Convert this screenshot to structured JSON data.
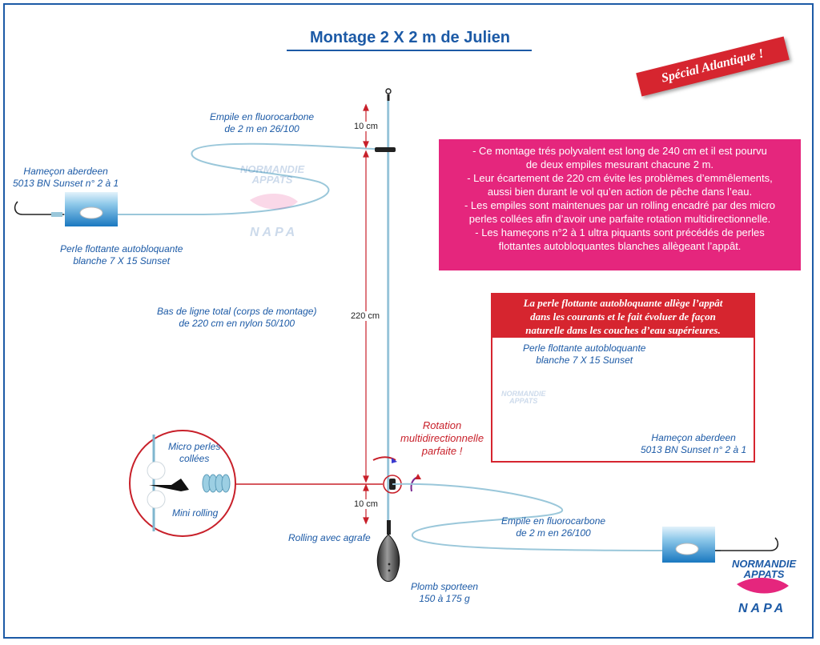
{
  "title": "Montage 2 X 2 m de Julien",
  "badge": "Spécial Atlantique !",
  "labels": {
    "top_snood_1": "Empile en fluorocarbone",
    "top_snood_2": "de 2 m en 26/100",
    "hook_left_1": "Hameçon aberdeen",
    "hook_left_2": "5013 BN Sunset n° 2 à 1",
    "bead_left_1": "Perle flottante autobloquante",
    "bead_left_2": "blanche 7 X 15 Sunset",
    "leader_1": "Bas de ligne total (corps de montage)",
    "leader_2": "de 220 cm en nylon 50/100",
    "dim_top": "10 cm",
    "dim_mid": "220 cm",
    "dim_bottom": "10 cm",
    "rotation_1": "Rotation",
    "rotation_2": "multidirectionnelle",
    "rotation_3": "parfaite !",
    "micro_1": "Micro perles",
    "micro_2": "collées",
    "mini_rolling": "Mini rolling",
    "rolling": "Rolling avec agrafe",
    "bottom_snood_1": "Empile en fluorocarbone",
    "bottom_snood_2": "de 2 m en 26/100",
    "sinker_1": "Plomb sporteen",
    "sinker_2": "150 à 175 g"
  },
  "info_box": {
    "lines": [
      "- Ce montage trés polyvalent est long de 240 cm et il est  pourvu",
      "de deux  empiles mesurant chacune 2 m.",
      "- Leur écartement de 220 cm évite les problèmes d’emmêlements,",
      "aussi bien durant le vol qu’en action de pêche dans l’eau.",
      "- Les empiles sont maintenues par un rolling encadré par des micro",
      "perles collées afin d’avoir une parfaite rotation multidirectionnelle.",
      "- Les hameçons n°2 à 1 ultra piquants sont précédés de perles",
      "flottantes autobloquantes blanches allègeant l’appât."
    ]
  },
  "detail_box": {
    "header": [
      "La perle flottante autobloquante allège l’appât",
      "dans les courants et le fait évoluer de façon",
      "naturelle dans les couches d’eau supérieures."
    ],
    "bead_1": "Perle flottante autobloquante",
    "bead_2": "blanche 7 X 15 Sunset",
    "hook_1": "Hameçon aberdeen",
    "hook_2": "5013 BN Sunset n° 2 à 1"
  },
  "logo": {
    "line1": "NORMANDIE",
    "line2": "APPATS",
    "sub": "NAPA"
  },
  "colors": {
    "blue": "#1c5aa6",
    "pink": "#e5267d",
    "red": "#d6252f",
    "line": "#7fb6cf"
  }
}
